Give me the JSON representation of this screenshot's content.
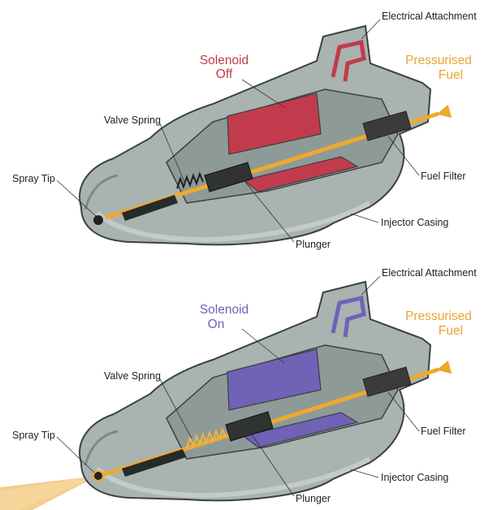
{
  "colors": {
    "casing": "#a9b3b0",
    "casing_dark": "#7d8986",
    "casing_light": "#cfd6d4",
    "outline": "#3a4240",
    "solenoid_off": "#c23b4c",
    "solenoid_on": "#6f62b7",
    "fuel": "#f0a92c",
    "spray": "#f0c47a"
  },
  "panels": [
    {
      "state": "off",
      "solenoid_label": [
        "Solenoid",
        "Off"
      ],
      "electrical_label": "Electrical Attachment",
      "fuel_label": [
        "Pressurised",
        "Fuel"
      ],
      "valve_spring_label": "Valve Spring",
      "spray_tip_label": "Spray Tip",
      "fuel_filter_label": "Fuel Filter",
      "injector_casing_label": "Injector Casing",
      "plunger_label": "Plunger"
    },
    {
      "state": "on",
      "solenoid_label": [
        "Solenoid",
        "On"
      ],
      "electrical_label": "Electrical Attachment",
      "fuel_label": [
        "Pressurised",
        "Fuel"
      ],
      "valve_spring_label": "Valve Spring",
      "spray_tip_label": "Spray Tip",
      "fuel_filter_label": "Fuel Filter",
      "injector_casing_label": "Injector Casing",
      "plunger_label": "Plunger"
    }
  ]
}
